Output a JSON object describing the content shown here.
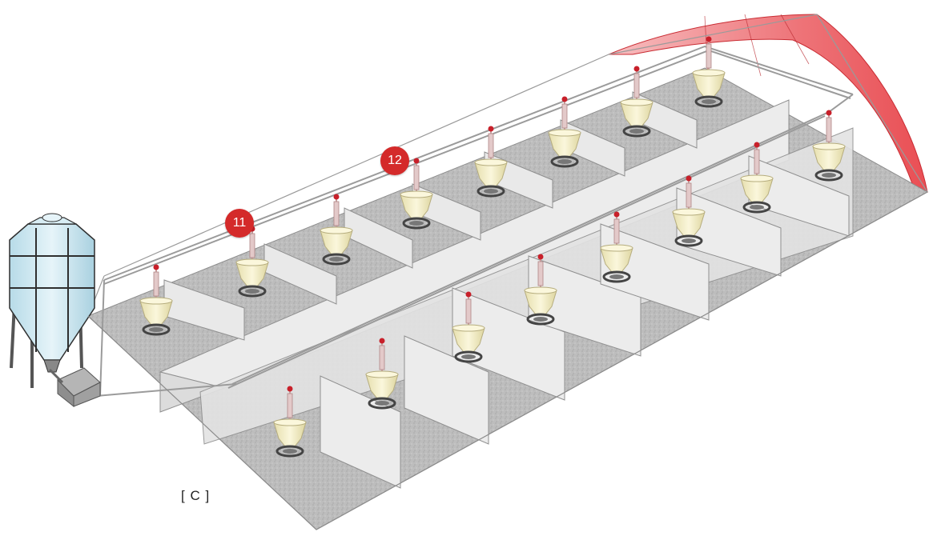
{
  "callouts": [
    {
      "id": "11",
      "label": "11"
    },
    {
      "id": "12",
      "label": "12"
    }
  ],
  "caption": "[ C ]",
  "colors": {
    "callout": "#d42a2a",
    "heater": "#e8454b",
    "feeder": "#f4eec4",
    "floor": "#b9b9b9",
    "partition": "#e9e9e9",
    "silo": "#cfe9f2"
  },
  "components": {
    "silo": "feed-silo",
    "motor": "auger-motor-box",
    "heater": "radiant-heater-panel",
    "feeders_back_row": 8,
    "feeders_front_row": 8
  }
}
